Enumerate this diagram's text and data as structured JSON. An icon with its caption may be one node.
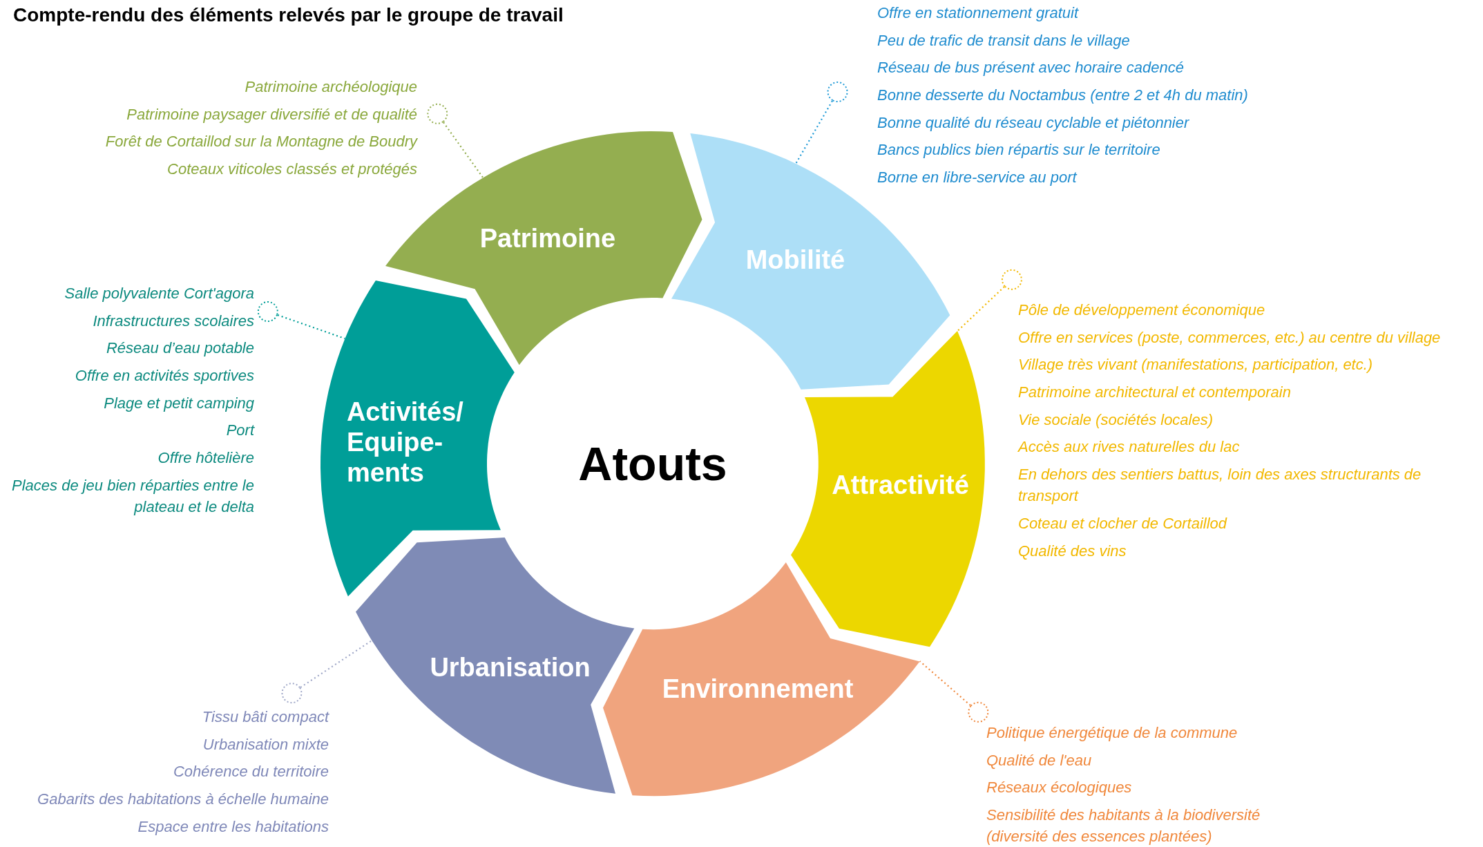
{
  "diagram": {
    "title": "Compte-rendu des éléments relevés par le groupe de travail",
    "nodes": [
      {
        "text": [
          "Atouts"
        ]
      },
      {
        "text": [
          "Patrimoine"
        ]
      },
      {
        "text": [
          "Mobilité"
        ]
      },
      {
        "text": [
          "Attractivité"
        ]
      },
      {
        "text": [
          "Environnement"
        ]
      },
      {
        "text": [
          "Urbanisation"
        ]
      },
      {
        "text": [
          "Activités/ Equipe- ments"
        ]
      },
      {
        "text": [
          "Patrimoine archéologique",
          "Patrimoine paysager diversifié et de qualité",
          "Forêt de Cortaillod sur la Montagne de Boudry",
          "Coteaux viticoles classés et protégés"
        ]
      },
      {
        "text": [
          "Offre en stationnement gratuit",
          "Peu de trafic de transit dans le village",
          "Réseau de bus présent avec horaire cadencé",
          "Bonne desserte du Noctambus (entre 2 et 4h du matin)",
          "Bonne qualité du réseau cyclable et piétonnier",
          "Bancs publics bien répartis sur le territoire",
          "Borne en libre-service au port"
        ]
      },
      {
        "text": [
          "Pôle de développement économique",
          "Offre en services (poste, commerces, etc.) au centre du village",
          "Village très vivant (manifestations, participation, etc.)",
          "Patrimoine architectural et contemporain",
          "Vie sociale (sociétés locales)",
          "Accès aux rives naturelles du lac",
          "En dehors des sentiers battus, loin des axes structurants de transport",
          "Coteau et clocher de Cortaillod",
          "Qualité des vins"
        ]
      },
      {
        "text": [
          "Politique énergétique de la commune",
          "Qualité de l'eau",
          "Réseaux écologiques",
          "Sensibilité des habitants à la biodiversité (diversité des essences plantées)"
        ]
      },
      {
        "text": [
          "Tissu bâti compact",
          "Urbanisation mixte",
          "Cohérence du territoire",
          "Gabarits des habitations à échelle humaine",
          "Espace entre les habitations"
        ]
      },
      {
        "text": [
          "Salle polyvalente Cort'agora",
          "Infrastructures scolaires",
          "Réseau d’eau potable",
          "Offre en activités sportives",
          "Plage et petit camping",
          "Port",
          "Offre hôtelière",
          "Places de jeu bien réparties entre le plateau et le delta"
        ]
      }
    ],
    "edges": [
      {
        "from": 7,
        "to": 1,
        "arrow": "other",
        "style": "dashed",
        "color": "#94ae50"
      },
      {
        "from": 8,
        "to": 2,
        "arrow": "other",
        "style": "dashed",
        "color": "#1f9ad6"
      },
      {
        "from": 9,
        "to": 3,
        "arrow": "other",
        "style": "dashed",
        "color": "#f2b800"
      },
      {
        "from": 10,
        "to": 4,
        "arrow": "other",
        "style": "dashed",
        "color": "#f0883c"
      },
      {
        "from": 11,
        "to": 5,
        "arrow": "other",
        "style": "dashed",
        "color": "#a0a8c8"
      },
      {
        "from": 12,
        "to": 6,
        "arrow": "other",
        "style": "dashed",
        "color": "#009e98"
      }
    ]
  }
}
